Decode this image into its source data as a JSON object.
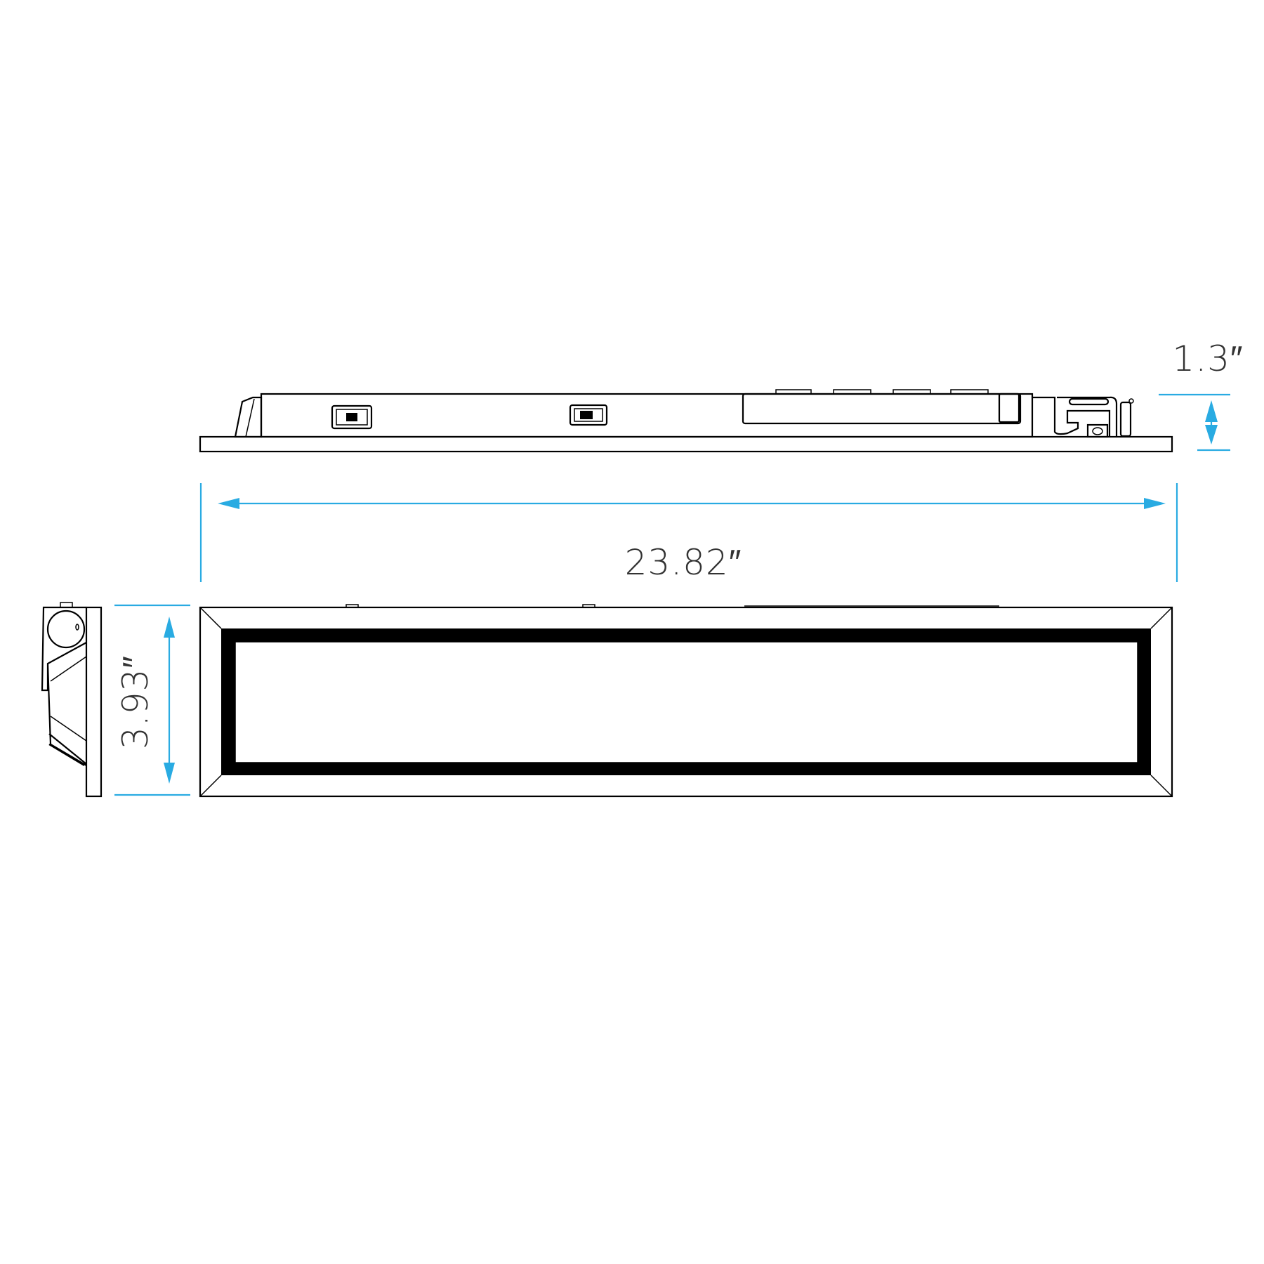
{
  "dimensions": {
    "height_label": "1.3″",
    "length_label": "23.82″",
    "width_label": "3.93″"
  },
  "colors": {
    "dimension": "#29abe2",
    "line": "#000000"
  }
}
